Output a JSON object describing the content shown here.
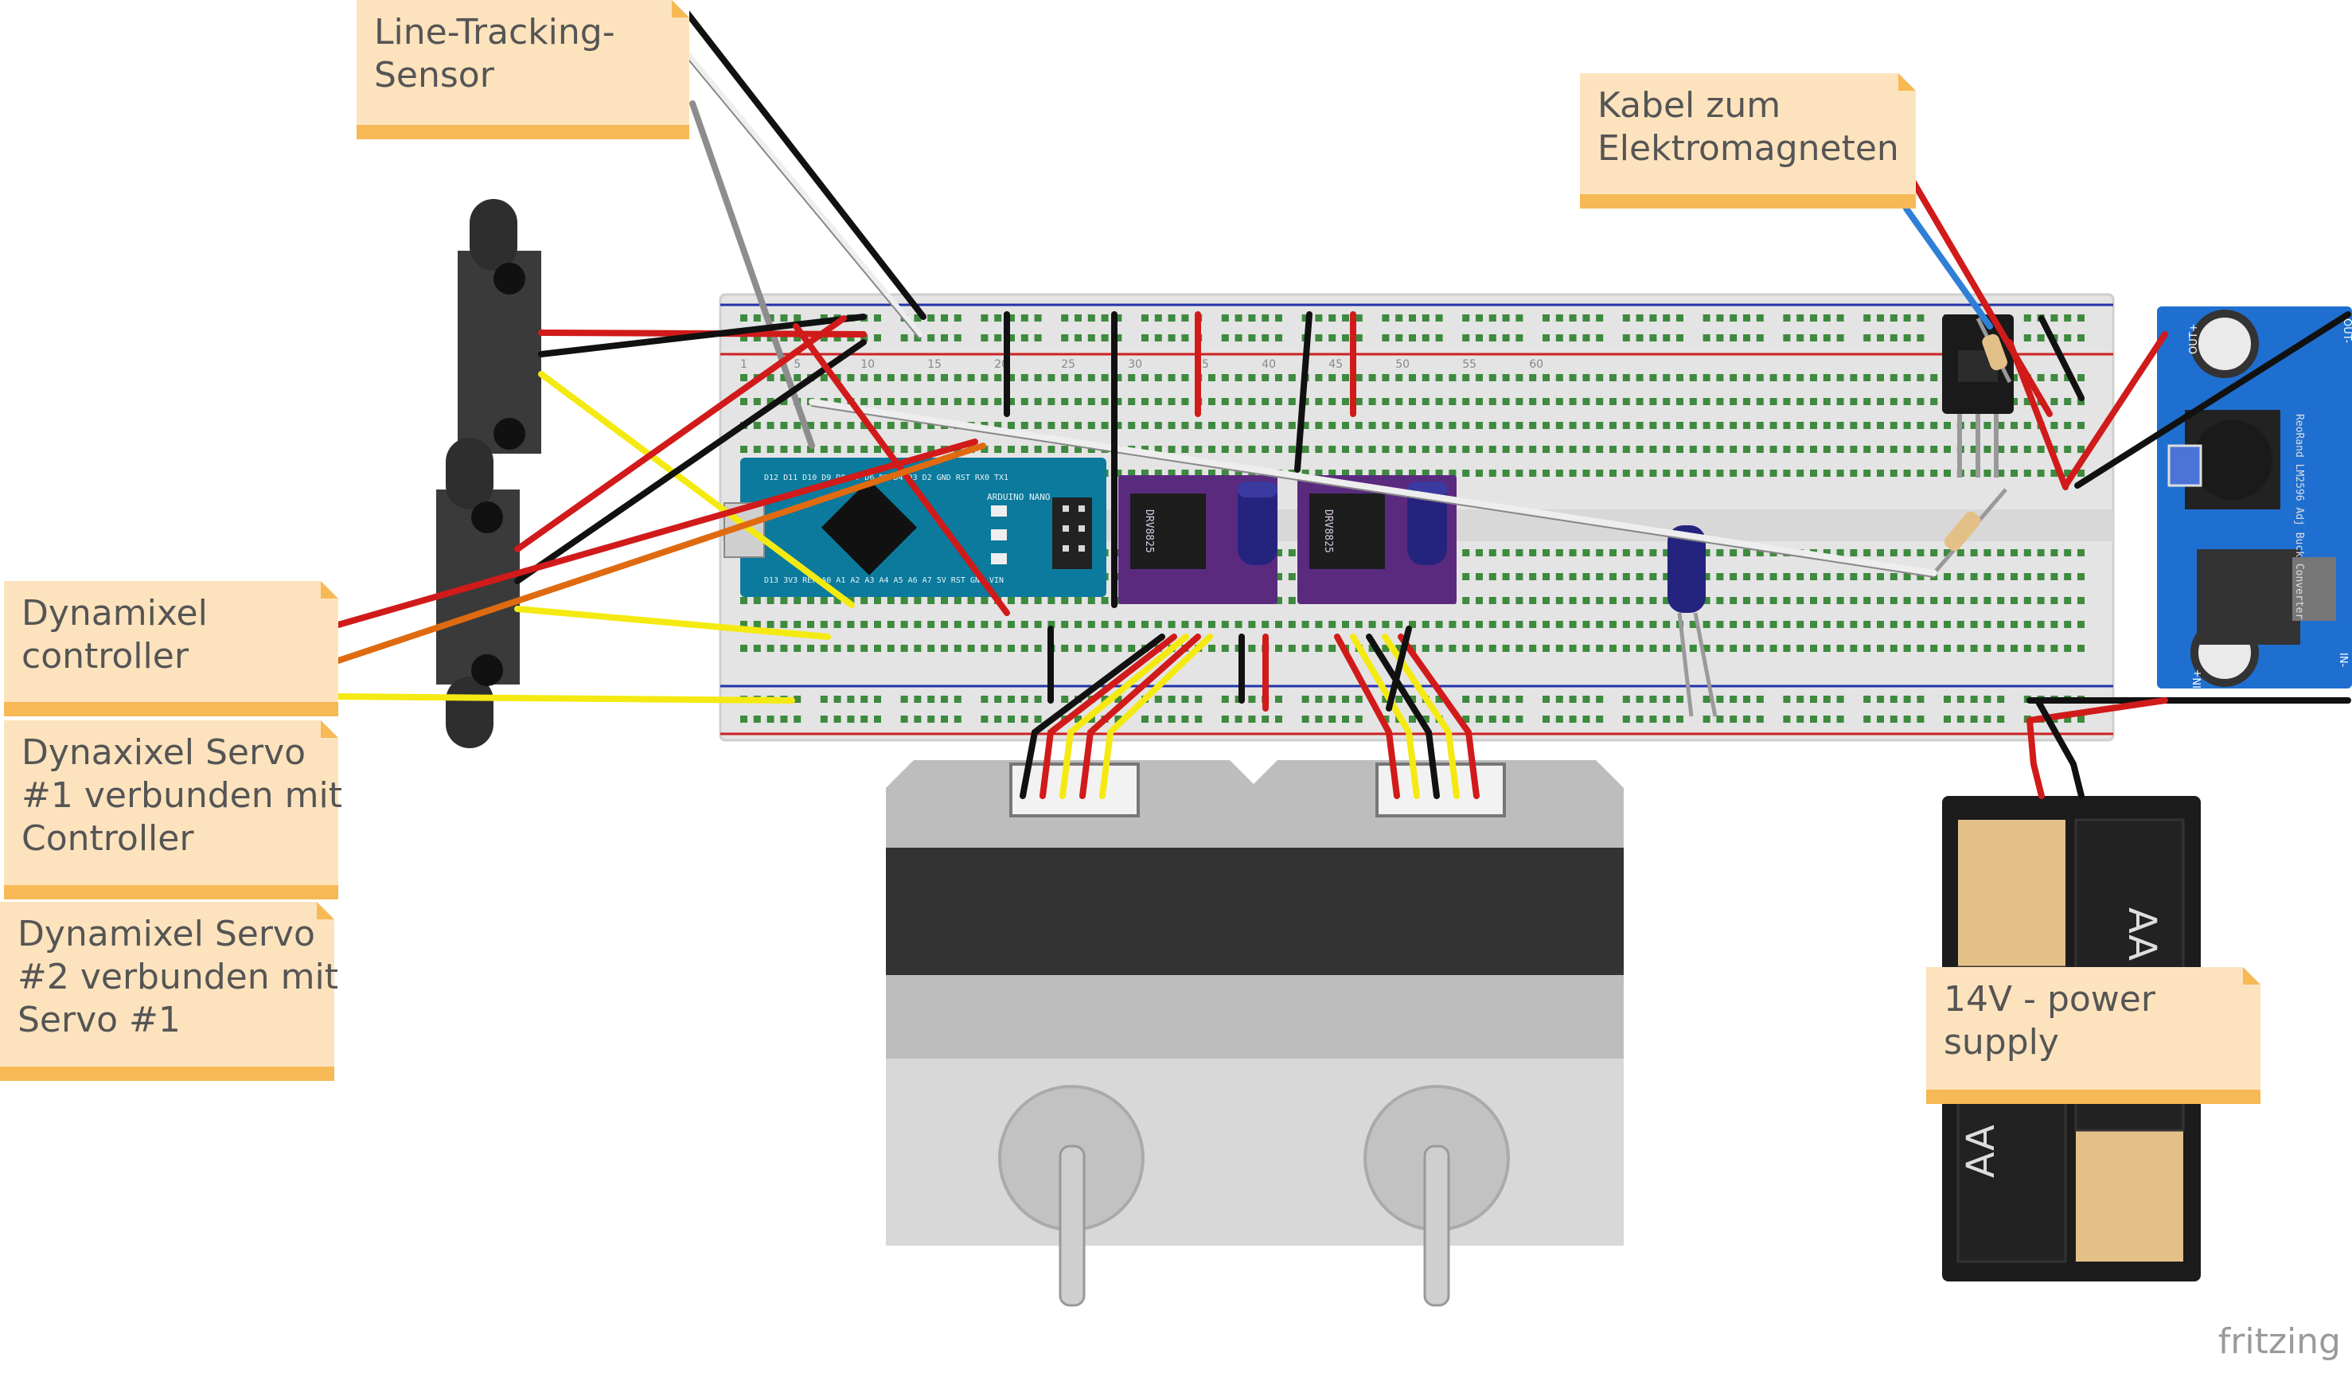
{
  "notes": {
    "line_tracking": {
      "line1": "Line-Tracking-",
      "line2": "Sensor"
    },
    "kabel": {
      "line1": "Kabel zum",
      "line2": "Elektromagneten"
    },
    "dyn_controller": {
      "line1": "Dynamixel",
      "line2": "controller"
    },
    "servo1": {
      "line1": "Dynaxixel Servo",
      "line2": "#1 verbunden mit",
      "line3": "Controller"
    },
    "servo2": {
      "line1": "Dynamixel Servo",
      "line2": "#2 verbunden mit",
      "line3": "Servo #1"
    },
    "power": {
      "line1": "14V - power",
      "line2": "supply"
    }
  },
  "arduino": {
    "label": "ARDUINO NANO",
    "pins_top": "D12 D11 D10 D9 D8 D7 D6 D5 D4 D3 D2 GND RST RX0 TX1",
    "pins_bottom": "D13 3V3 REF A0 A1 A2 A3 A4 A5 A6 A7 5V RST GND VIN"
  },
  "drivers": {
    "label": "DRV8825"
  },
  "buck": {
    "out_plus": "OUT+",
    "out_minus": "OUT-",
    "in_plus": "IN+",
    "in_minus": "IN-",
    "text": "ReoRand LM2596 Adj Buck Converter"
  },
  "battery": {
    "label": "AA"
  },
  "breadboard": {
    "col_numbers": [
      "1",
      "5",
      "10",
      "15",
      "20",
      "25",
      "30",
      "35",
      "40",
      "45",
      "50",
      "55",
      "60"
    ]
  },
  "brand": "fritzing",
  "colors": {
    "red": "#d11a1a",
    "black": "#111111",
    "yellow": "#f4ea12",
    "orange": "#e06a10",
    "white": "#eeeeee",
    "gray": "#8d8d8d",
    "blue": "#2f7fd6"
  }
}
